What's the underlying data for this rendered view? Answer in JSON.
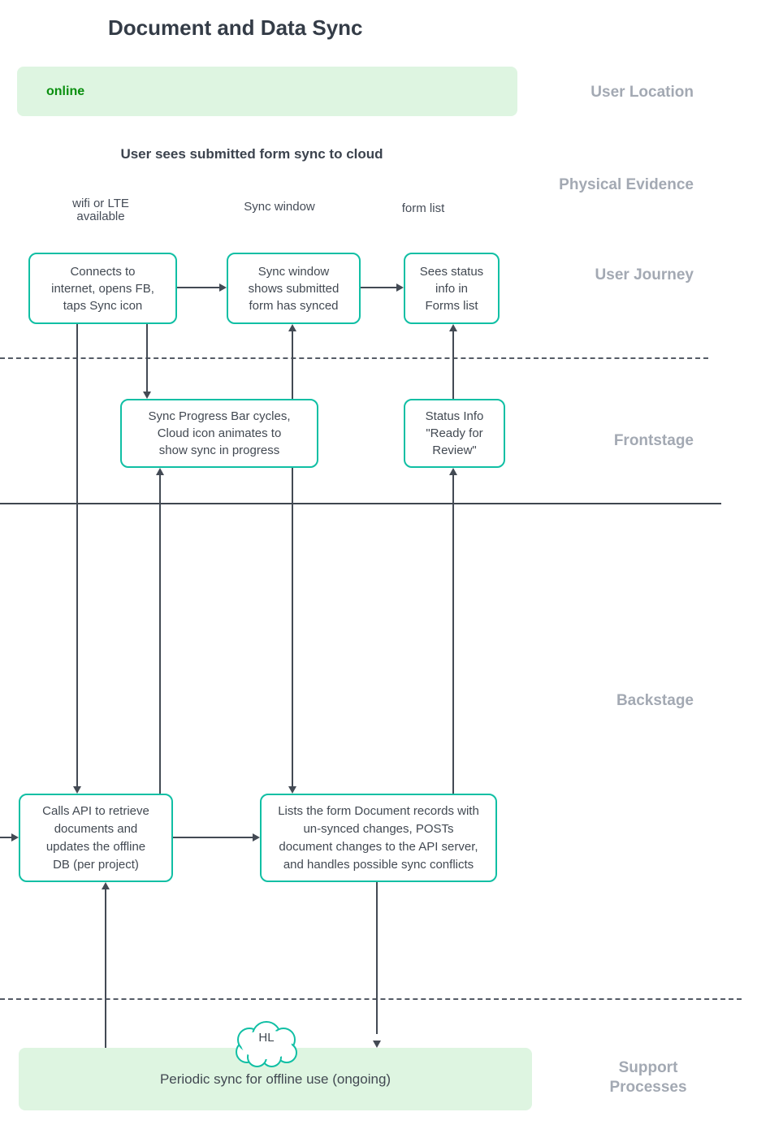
{
  "title": "Document and Data Sync",
  "scenario_heading": "User sees submitted form sync to cloud",
  "lane_labels": {
    "user_location": "User Location",
    "physical_evidence": "Physical Evidence",
    "user_journey": "User Journey",
    "frontstage": "Frontstage",
    "backstage": "Backstage",
    "support_processes": "Support Processes"
  },
  "user_location": {
    "status": "online"
  },
  "physical_evidence": {
    "items": [
      {
        "lines": [
          "wifi or LTE",
          "available"
        ]
      },
      {
        "lines": [
          "Sync window"
        ]
      },
      {
        "lines": [
          "form list"
        ]
      }
    ]
  },
  "user_journey": {
    "steps": [
      {
        "lines": [
          "Connects to",
          "internet, opens FB,",
          "taps Sync icon"
        ]
      },
      {
        "lines": [
          "Sync window",
          "shows submitted",
          "form has synced"
        ]
      },
      {
        "lines": [
          "Sees status",
          "info in",
          "Forms list"
        ]
      }
    ]
  },
  "frontstage": {
    "nodes": [
      {
        "lines": [
          "Sync Progress Bar cycles,",
          "Cloud icon animates to",
          "show sync in progress"
        ]
      },
      {
        "lines": [
          "Status Info",
          "\"Ready for",
          "Review\""
        ]
      }
    ]
  },
  "backstage": {
    "nodes": [
      {
        "lines": [
          "Calls API to retrieve",
          "documents and",
          "updates the offline",
          "DB (per project)"
        ]
      },
      {
        "lines": [
          "Lists the form Document records with",
          "un-synced changes, POSTs",
          "document changes to the API server,",
          "and handles possible sync conflicts"
        ]
      }
    ]
  },
  "support": {
    "cloud_label": "HL",
    "process_text": "Periodic sync for offline use (ongoing)"
  },
  "colors": {
    "accent_teal": "#10bfa4",
    "band_green": "#def5e1",
    "online_green": "#0a8f0f",
    "lane_label_gray": "#a3a9b3",
    "ink_dark": "#3a424d",
    "connector": "#434a54"
  }
}
